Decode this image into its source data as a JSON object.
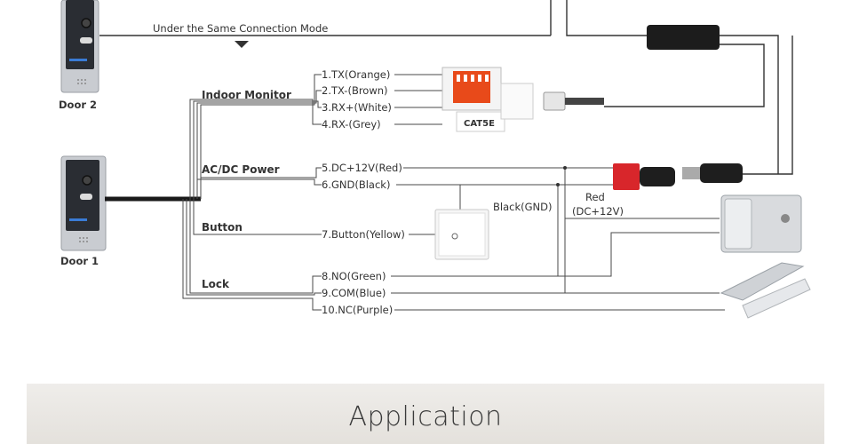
{
  "top_note": "Under the Same Connection Mode",
  "doors": [
    {
      "label": "Door 2"
    },
    {
      "label": "Door 1"
    }
  ],
  "groups": [
    {
      "label": "Indoor Monitor"
    },
    {
      "label": "AC/DC Power"
    },
    {
      "label": "Button"
    },
    {
      "label": "Lock"
    }
  ],
  "wires": [
    {
      "label": "1.TX(Orange)"
    },
    {
      "label": "2.TX-(Brown)"
    },
    {
      "label": "3.RX+(White)"
    },
    {
      "label": "4.RX-(Grey)"
    },
    {
      "label": "5.DC+12V(Red)"
    },
    {
      "label": "6.GND(Black)"
    },
    {
      "label": "7.Button(Yellow)"
    },
    {
      "label": "8.NO(Green)"
    },
    {
      "label": "9.COM(Blue)"
    },
    {
      "label": "10.NC(Purple)"
    }
  ],
  "connector_label": "CAT5E",
  "black_gnd_label": "Black(GND)",
  "red_label": "Red",
  "red_sub_label": "(DC+12V)",
  "footer_title": "Application",
  "colors": {
    "wire": "#4a4a4a",
    "cable": "#1a1a1a",
    "band": "#ebe8e4",
    "jack": "#e84a1a",
    "plug_red": "#d8262b"
  }
}
